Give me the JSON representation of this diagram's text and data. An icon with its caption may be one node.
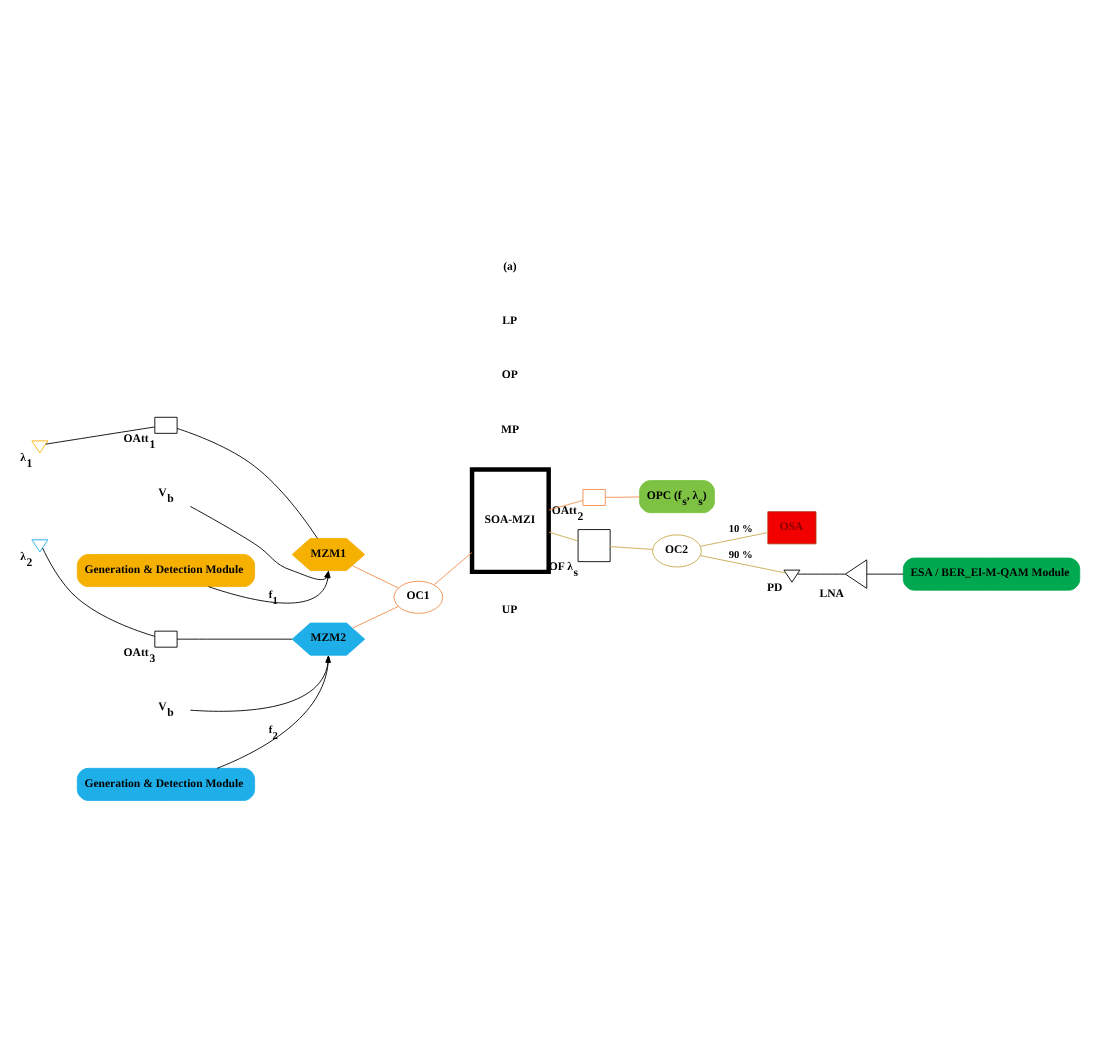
{
  "diagram": {
    "nodes": [
      {
        "text": [],
        "shape": "diode",
        "beside": [
          "λ$_{1}$"
        ]
      },
      {
        "text": [],
        "shape": "box",
        "beside": [
          "OAtt$_{1}$"
        ]
      },
      {
        "text": [
          "MZM1"
        ]
      },
      {
        "text": [
          "V$_{b}$"
        ]
      },
      {
        "text": [
          "Generation & Detection Module"
        ]
      },
      {
        "text": [],
        "shape": "diode",
        "beside": [
          "λ$_{2}$"
        ]
      },
      {
        "text": [],
        "shape": "box",
        "beside": [
          "OAtt$_{3}$"
        ]
      },
      {
        "text": [
          "MZM2"
        ]
      },
      {
        "text": [
          "V$_{b}$"
        ]
      },
      {
        "text": [
          "Generation & Detection Module"
        ]
      },
      {
        "text": [
          "OC1"
        ]
      },
      {
        "text": [
          "SOA-MZI"
        ]
      },
      {
        "text": [],
        "shape": "box",
        "beside": [
          "OAtt$_{2}$"
        ]
      },
      {
        "text": [
          "OPC (f$_{s}$, λ$_{s}$)"
        ]
      },
      {
        "text": [],
        "shape": "box",
        "beside": [
          "OF λ$_{s}$"
        ]
      },
      {
        "text": [
          "OC2"
        ]
      },
      {
        "text": [
          "OSA"
        ]
      },
      {
        "text": [
          "ESA / BER_El-M-QAM Module"
        ]
      },
      {
        "text": [],
        "shape": "diode",
        "beside": [
          "PD"
        ]
      },
      {
        "text": [],
        "shape": "triangle",
        "beside": [
          "LNA"
        ]
      }
    ],
    "edges": [
      {
        "from": 0,
        "to": 1,
        "arrow": "none"
      },
      {
        "from": 1,
        "to": 2,
        "arrow": "none"
      },
      {
        "from": 4,
        "to": 2,
        "arrow": "to",
        "label": "f$_{1}$"
      },
      {
        "from": 3,
        "to": 2,
        "arrow": "to"
      },
      {
        "from": 5,
        "to": 6,
        "arrow": "none"
      },
      {
        "from": 6,
        "to": 7,
        "arrow": "none"
      },
      {
        "from": 9,
        "to": 7,
        "arrow": "to",
        "label": "f$_{2}$"
      },
      {
        "from": 8,
        "to": 7,
        "arrow": "to"
      },
      {
        "from": 2,
        "to": 10,
        "arrow": "none",
        "color": "#f28c4a"
      },
      {
        "from": 7,
        "to": 10,
        "arrow": "none",
        "color": "#f28c4a"
      },
      {
        "from": 10,
        "to": 11,
        "arrow": "none",
        "color": "#f28c4a"
      },
      {
        "from": 11,
        "to": 12,
        "arrow": "none",
        "color": "#f28c4a"
      },
      {
        "from": 12,
        "to": 13,
        "arrow": "none",
        "color": "#f28c4a"
      },
      {
        "from": 11,
        "to": 14,
        "arrow": "none",
        "color": "#c8a84b"
      },
      {
        "from": 14,
        "to": 15,
        "arrow": "none",
        "color": "#c8a84b"
      },
      {
        "from": 15,
        "to": 16,
        "arrow": "none",
        "color": "#c8a84b",
        "label": "10 %"
      },
      {
        "from": 15,
        "to": 18,
        "arrow": "none",
        "color": "#c8a84b",
        "label": "90 %"
      },
      {
        "from": 18,
        "to": 19,
        "arrow": "none"
      },
      {
        "from": 19,
        "to": 17,
        "arrow": "none"
      }
    ],
    "labels": [
      "UP",
      "MP",
      "OP",
      "LP",
      "(a)"
    ]
  }
}
